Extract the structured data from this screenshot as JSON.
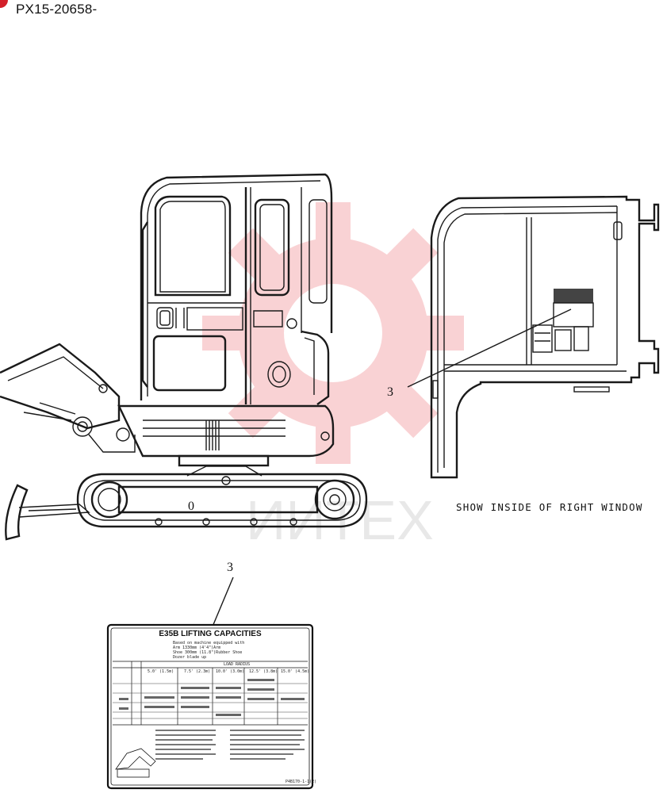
{
  "header": {
    "part_number": "PX15-20658-"
  },
  "watermark": {
    "text": "ИИТЕХ",
    "color": "#e8393f"
  },
  "brand": {
    "dot_color": "#d3202a"
  },
  "callouts": {
    "item_right": "3",
    "item_bottom": "3"
  },
  "view_label": "SHOW INSIDE OF RIGHT WINDOW",
  "wheel_label": "0",
  "decal": {
    "title": "E35B LIFTING CAPACITIES",
    "header_lines": [
      "Based on machine equipped with",
      "Arm        1330mm (4'4\")Arm",
      "Shoe      300mm (11.8\")Rubber Shoe",
      "Dozer blade up"
    ],
    "load_radius_label": "LOAD RADIUS",
    "radius_columns": [
      "5.0' (1.5m)",
      "7.5' (2.3m)",
      "10.0' (3.0m)",
      "12.5' (3.8m)",
      "15.0' (4.5m)"
    ],
    "footer_code": "P4B170-1-1(2)"
  }
}
